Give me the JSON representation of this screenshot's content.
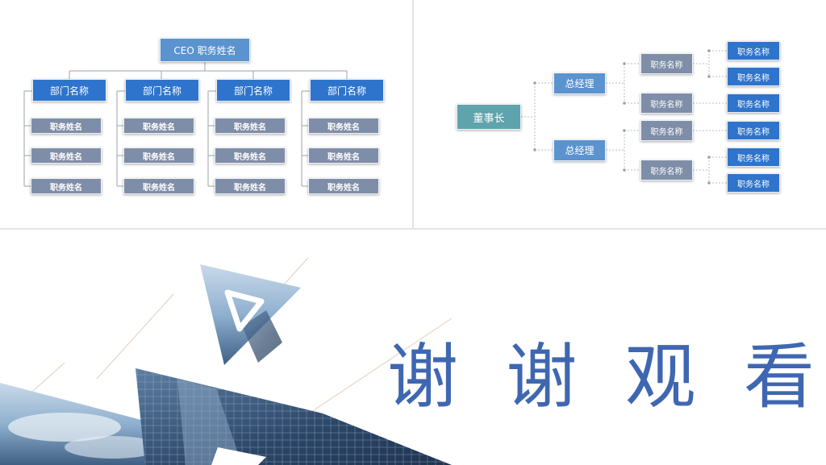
{
  "org_left": {
    "ceo_label": "CEO  职务姓名",
    "departments": [
      {
        "label": "部门名称",
        "positions": [
          "职务姓名",
          "职务姓名",
          "职务姓名"
        ]
      },
      {
        "label": "部门名称",
        "positions": [
          "职务姓名",
          "职务姓名",
          "职务姓名"
        ]
      },
      {
        "label": "部门名称",
        "positions": [
          "职务姓名",
          "职务姓名",
          "职务姓名"
        ]
      },
      {
        "label": "部门名称",
        "positions": [
          "职务姓名",
          "职务姓名",
          "职务姓名"
        ]
      }
    ]
  },
  "org_right": {
    "chairman_label": "董事长",
    "managers": [
      {
        "label": "总经理",
        "roles": [
          {
            "label": "职务名称",
            "leaves": [
              "职务名称",
              "职务名称"
            ]
          },
          {
            "label": "职务名称",
            "leaves": [
              "职务名称"
            ]
          }
        ]
      },
      {
        "label": "总经理",
        "roles": [
          {
            "label": "职务名称",
            "leaves": [
              "职务名称"
            ]
          },
          {
            "label": "职务名称",
            "leaves": [
              "职务名称",
              "职务名称"
            ]
          }
        ]
      }
    ]
  },
  "closing": {
    "thanks_chars": [
      "谢",
      "谢",
      "观",
      "看"
    ]
  },
  "colors": {
    "title_blue": "#3f67b1",
    "dept_blue": "#2f74cc",
    "gray_box": "#7f8ea8",
    "teal": "#5fa3ac"
  }
}
